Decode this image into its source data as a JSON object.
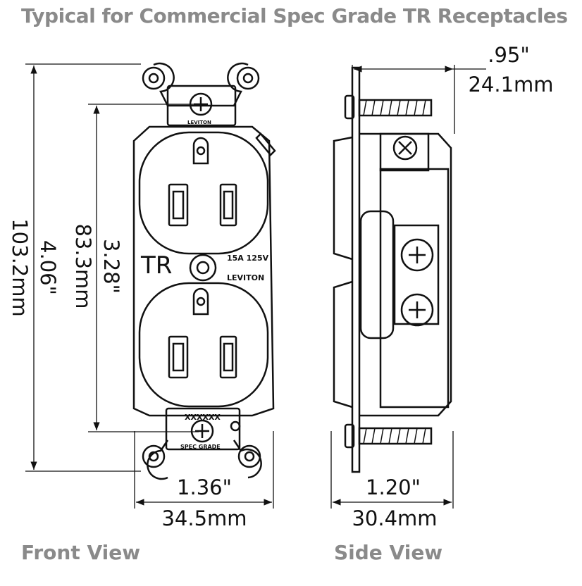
{
  "title": "Typical for Commercial Spec Grade TR Receptacles",
  "views": {
    "front": "Front View",
    "side": "Side View"
  },
  "dimensions": {
    "overall_height_mm": "103.2mm",
    "overall_height_in": "4.06\"",
    "mount_height_mm": "83.3mm",
    "mount_height_in": "3.28\"",
    "front_width_in": "1.36\"",
    "front_width_mm": "34.5mm",
    "side_depth_in": ".95\"",
    "side_depth_mm": "24.1mm",
    "side_width_in": "1.20\"",
    "side_width_mm": "30.4mm"
  },
  "device_markings": {
    "tr": "TR",
    "rating": "15A 125V",
    "brand": "LEVITON",
    "strap_brand": "LEVITON",
    "code": "XXXXXX",
    "grade": "SPEC GRADE"
  },
  "colors": {
    "title": "#8a8a8a",
    "line": "#111111"
  }
}
